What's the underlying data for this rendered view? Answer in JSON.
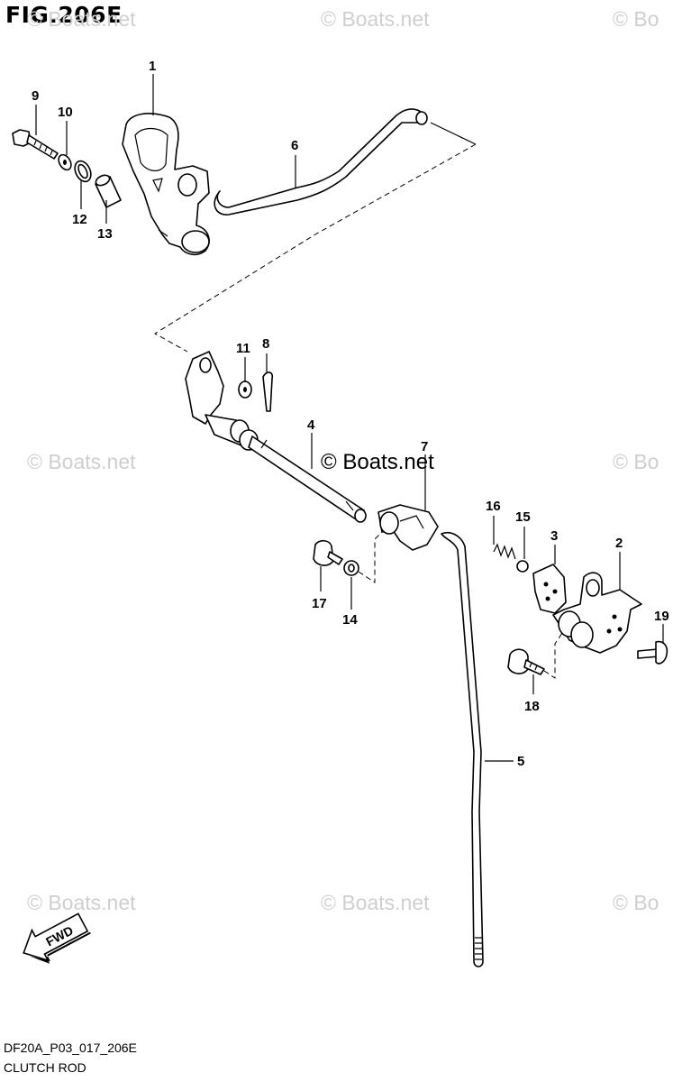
{
  "header": {
    "title": "FIG.206E"
  },
  "footer": {
    "code": "DF20A_P03_017_206E",
    "caption": "CLUTCH ROD"
  },
  "watermarks": {
    "light": "© Boats.net",
    "light_cut": "© Bo",
    "dark": "© Boats.net"
  },
  "fwd_label": "FWD",
  "callouts": {
    "p1": "1",
    "p2": "2",
    "p3": "3",
    "p4": "4",
    "p5": "5",
    "p6": "6",
    "p7": "7",
    "p8": "8",
    "p9": "9",
    "p10": "10",
    "p11": "11",
    "p12": "12",
    "p13": "13",
    "p14": "14",
    "p15": "15",
    "p16": "16",
    "p17": "17",
    "p18": "18",
    "p19": "19"
  }
}
